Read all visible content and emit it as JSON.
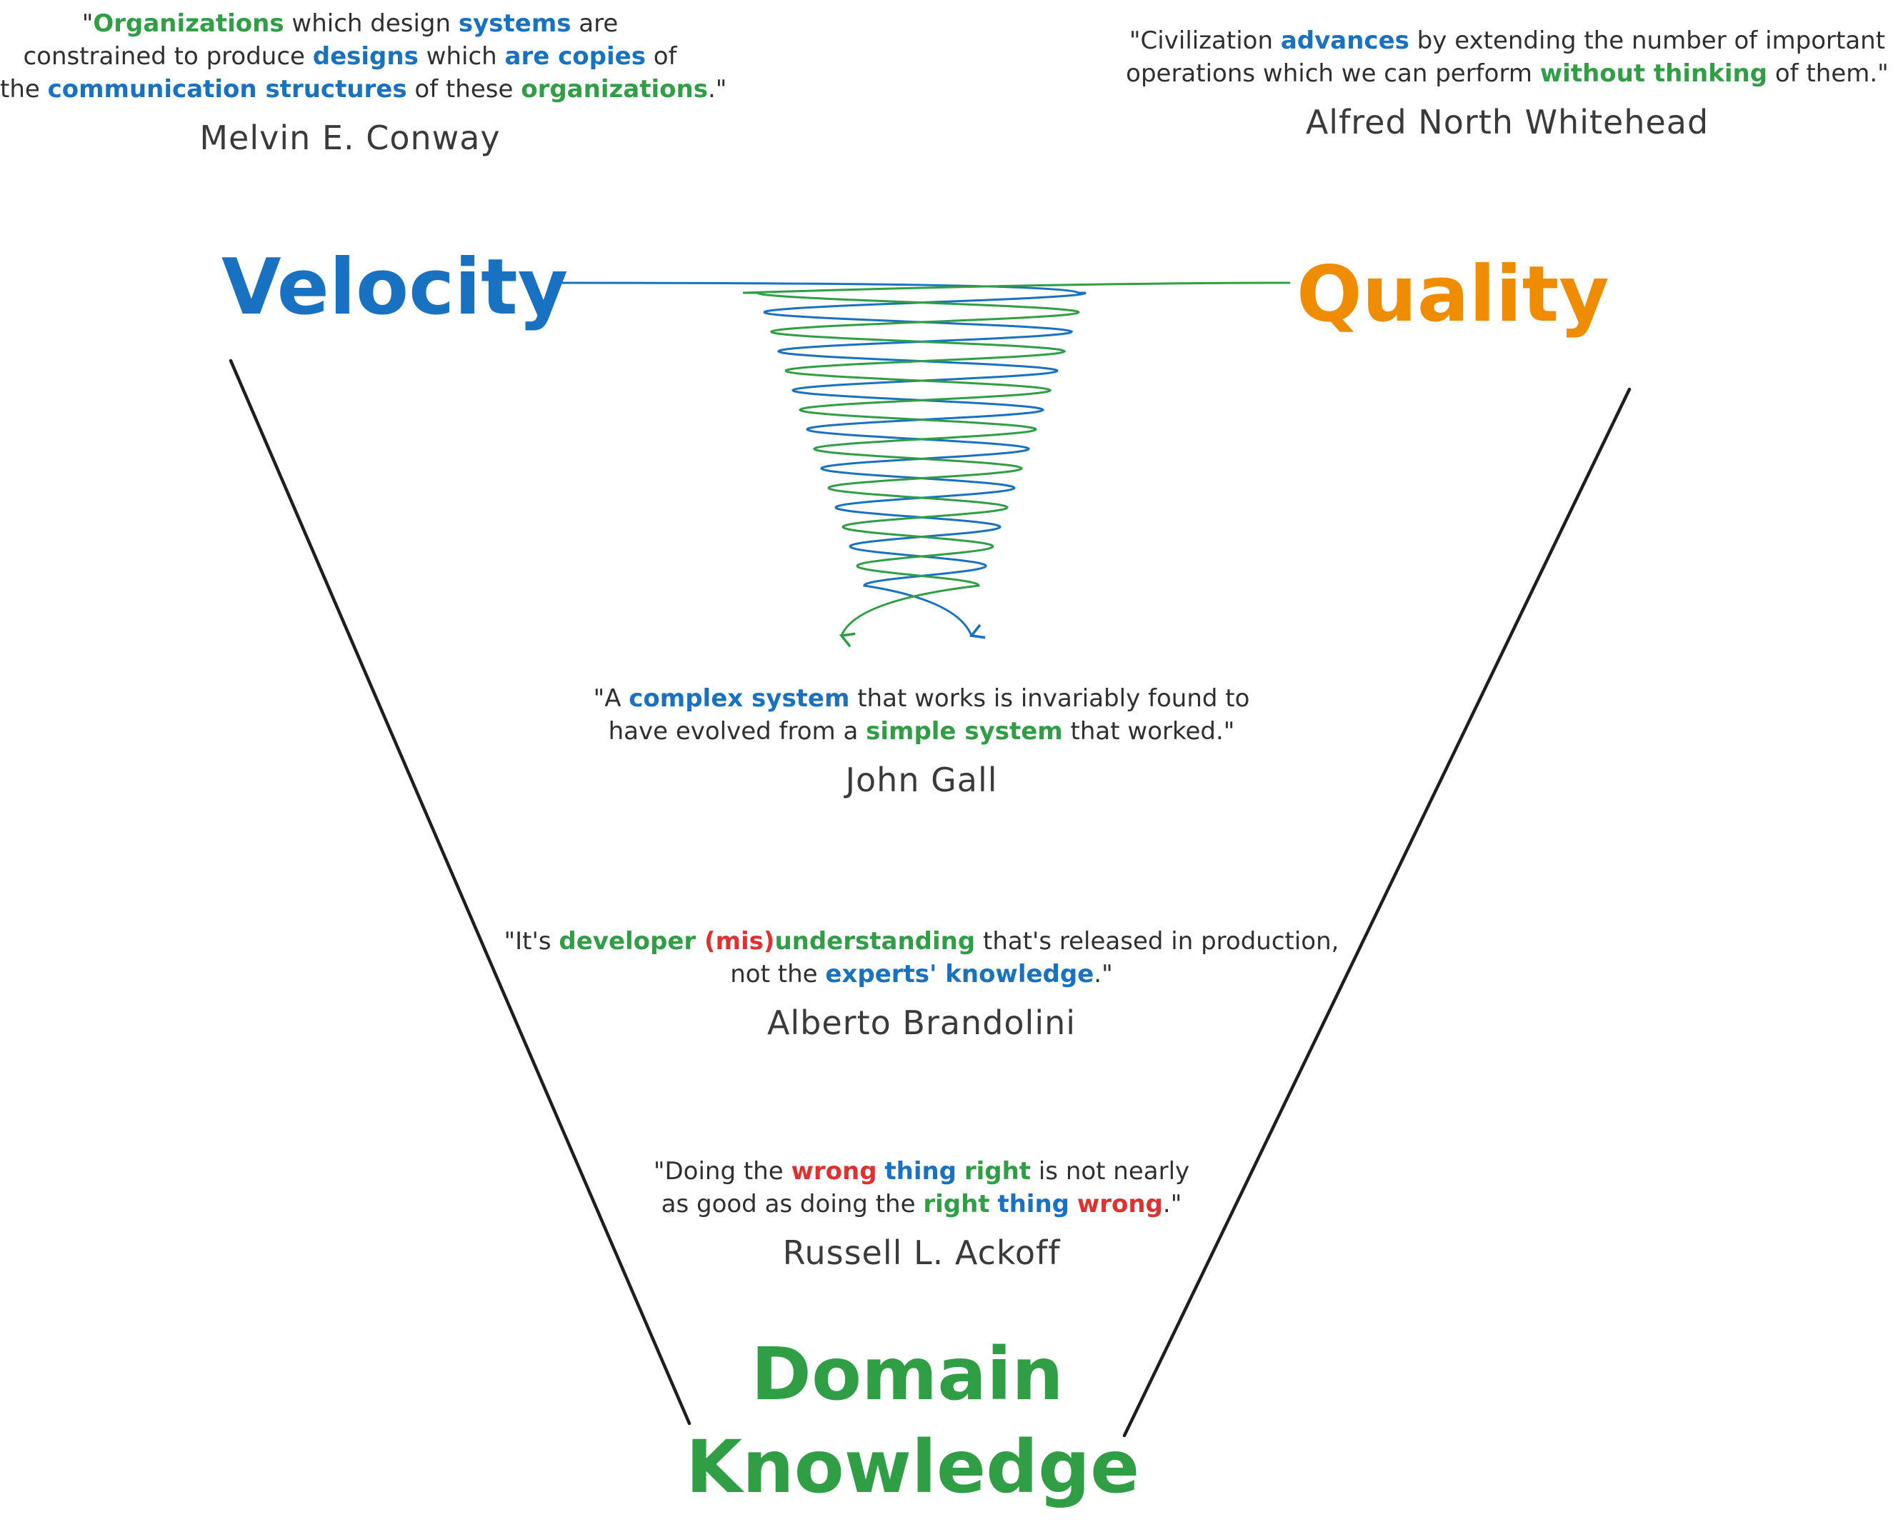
{
  "labels": {
    "velocity": "Velocity",
    "quality": "Quality",
    "domain_line1": "Domain",
    "domain_line2": "Knowledge"
  },
  "colors": {
    "velocity": "#1971c2",
    "quality": "#f08c00",
    "domain": "#2f9e44",
    "green": "#2f9e44",
    "blue": "#1971c2",
    "red": "#e03131",
    "ink": "#2f2f2f"
  },
  "quotes": {
    "conway": {
      "lines": [
        [
          {
            "t": "\"",
            "c": ""
          },
          {
            "t": "Organizations",
            "c": "green"
          },
          {
            "t": " which design ",
            "c": ""
          },
          {
            "t": "systems",
            "c": "blue"
          },
          {
            "t": " are",
            "c": ""
          }
        ],
        [
          {
            "t": "constrained to produce ",
            "c": ""
          },
          {
            "t": "designs",
            "c": "blue"
          },
          {
            "t": " which ",
            "c": ""
          },
          {
            "t": "are copies",
            "c": "blue"
          },
          {
            "t": " of",
            "c": ""
          }
        ],
        [
          {
            "t": "the ",
            "c": ""
          },
          {
            "t": "communication structures",
            "c": "blue"
          },
          {
            "t": " of these ",
            "c": ""
          },
          {
            "t": "organizations",
            "c": "green"
          },
          {
            "t": ".\"",
            "c": ""
          }
        ]
      ],
      "author": "Melvin E. Conway"
    },
    "whitehead": {
      "lines": [
        [
          {
            "t": "\"Civilization ",
            "c": ""
          },
          {
            "t": "advances",
            "c": "blue"
          },
          {
            "t": " by extending the number of important",
            "c": ""
          }
        ],
        [
          {
            "t": "operations which we can perform ",
            "c": ""
          },
          {
            "t": "without thinking",
            "c": "green"
          },
          {
            "t": " of them.\"",
            "c": ""
          }
        ]
      ],
      "author": "Alfred North Whitehead"
    },
    "gall": {
      "lines": [
        [
          {
            "t": "\"A ",
            "c": ""
          },
          {
            "t": "complex system",
            "c": "blue"
          },
          {
            "t": " that works is invariably found to",
            "c": ""
          }
        ],
        [
          {
            "t": "have evolved from a ",
            "c": ""
          },
          {
            "t": "simple system",
            "c": "green"
          },
          {
            "t": " that worked.\"",
            "c": ""
          }
        ]
      ],
      "author": "John Gall"
    },
    "brandolini": {
      "lines": [
        [
          {
            "t": "\"It's ",
            "c": ""
          },
          {
            "t": "developer ",
            "c": "green"
          },
          {
            "t": "(mis)",
            "c": "red"
          },
          {
            "t": "understanding",
            "c": "green"
          },
          {
            "t": " that's released in production,",
            "c": ""
          }
        ],
        [
          {
            "t": "not the ",
            "c": ""
          },
          {
            "t": "experts' knowledge",
            "c": "blue"
          },
          {
            "t": ".\"",
            "c": ""
          }
        ]
      ],
      "author": "Alberto Brandolini"
    },
    "ackoff": {
      "lines": [
        [
          {
            "t": "\"Doing the ",
            "c": ""
          },
          {
            "t": "wrong",
            "c": "red"
          },
          {
            "t": " ",
            "c": ""
          },
          {
            "t": "thing",
            "c": "blue"
          },
          {
            "t": " ",
            "c": ""
          },
          {
            "t": "right",
            "c": "green"
          },
          {
            "t": " is not nearly",
            "c": ""
          }
        ],
        [
          {
            "t": "as good as doing the ",
            "c": ""
          },
          {
            "t": "right",
            "c": "green"
          },
          {
            "t": " ",
            "c": ""
          },
          {
            "t": "thing",
            "c": "blue"
          },
          {
            "t": " ",
            "c": ""
          },
          {
            "t": "wrong",
            "c": "red"
          },
          {
            "t": ".\"",
            "c": ""
          }
        ]
      ],
      "author": "Russell L. Ackoff"
    }
  }
}
